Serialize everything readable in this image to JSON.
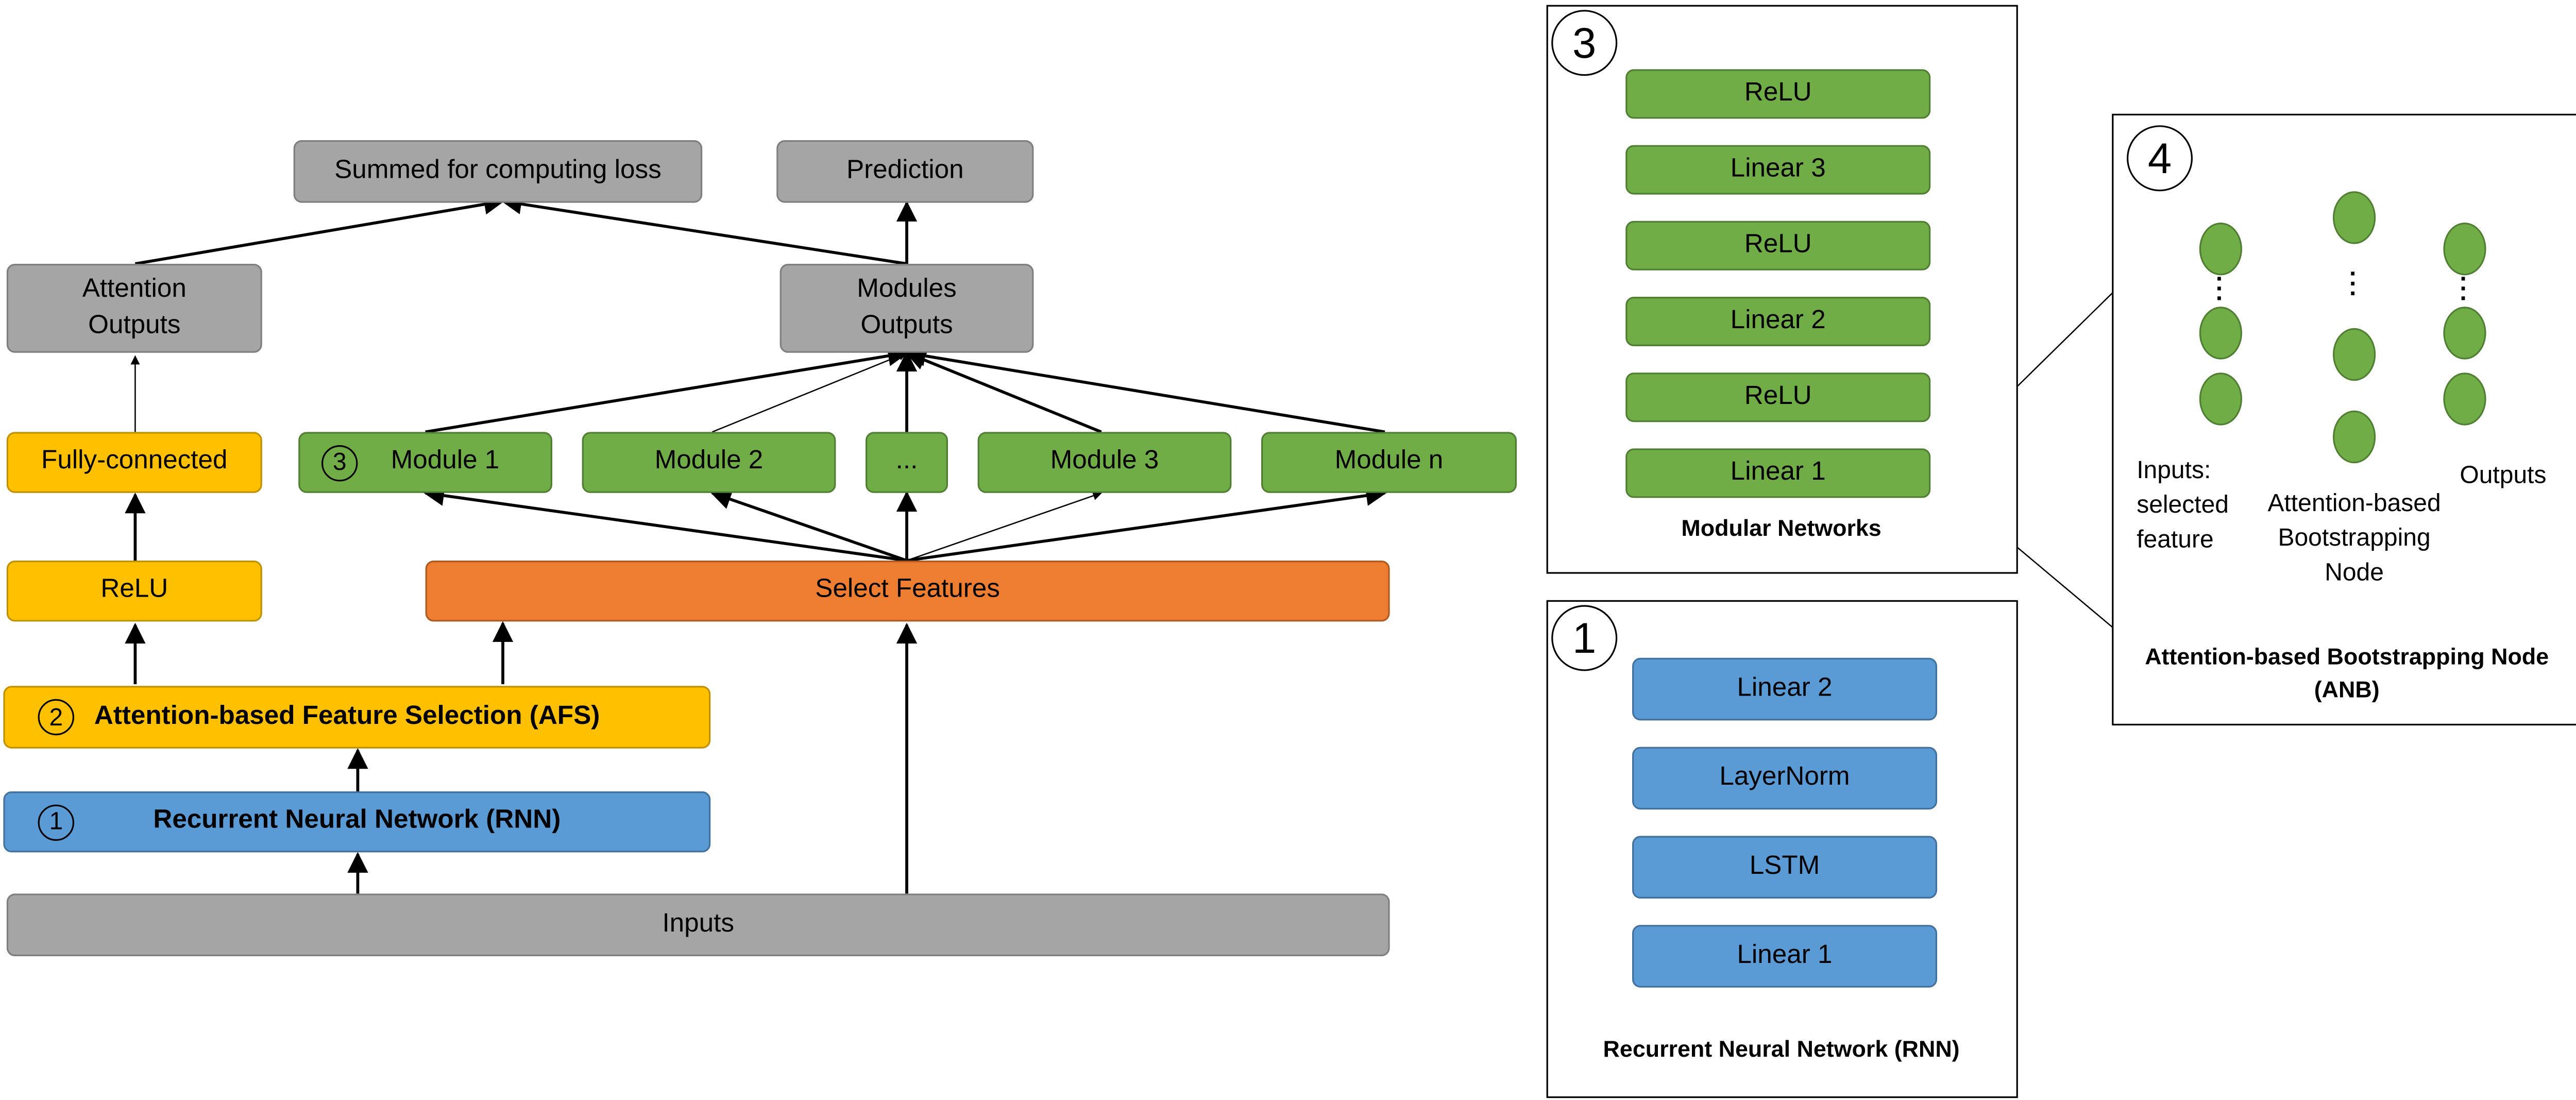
{
  "main": {
    "summed_loss": "Summed for computing loss",
    "prediction": "Prediction",
    "attention_outputs": [
      "Attention",
      "Outputs"
    ],
    "modules_outputs": [
      "Modules",
      "Outputs"
    ],
    "fully_connected": "Fully-connected",
    "relu": "ReLU",
    "modules": [
      "Module 1",
      "Module 2",
      "...",
      "Module 3",
      "Module n"
    ],
    "select_features": "Select Features",
    "afs": "Attention-based Feature Selection (AFS)",
    "rnn": "Recurrent Neural Network (RNN)",
    "inputs": "Inputs",
    "markers": {
      "module1": "3",
      "afs": "2",
      "rnn": "1"
    }
  },
  "modular_panel": {
    "number": "3",
    "layers": [
      "ReLU",
      "Linear 3",
      "ReLU",
      "Linear 2",
      "ReLU",
      "Linear 1"
    ],
    "caption": "Modular Networks"
  },
  "rnn_panel": {
    "number": "1",
    "layers": [
      "Linear 2",
      "LayerNorm",
      "LSTM",
      "Linear 1"
    ],
    "caption": "Recurrent Neural Network (RNN)"
  },
  "anb_panel": {
    "number": "4",
    "inputs_label": [
      "Inputs:",
      "selected",
      "feature"
    ],
    "node_label": [
      "Attention-based",
      "Bootstrapping",
      "Node"
    ],
    "outputs_label": "Outputs",
    "caption": [
      "Attention-based Bootstrapping Node",
      "(ANB)"
    ]
  },
  "colors": {
    "gray": "#a5a5a5",
    "yellow": "#ffc000",
    "green": "#70ad47",
    "orange": "#ed7d31",
    "blue": "#5b9bd5"
  }
}
